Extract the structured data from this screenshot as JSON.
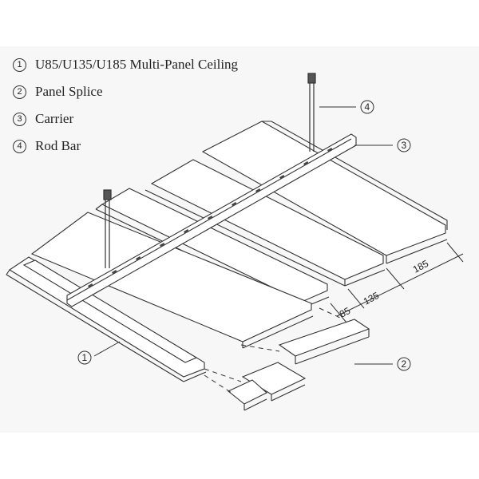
{
  "legend": [
    {
      "num": "1",
      "label": "U85/U135/U185 Multi-Panel Ceiling"
    },
    {
      "num": "2",
      "label": "Panel Splice"
    },
    {
      "num": "3",
      "label": "Carrier"
    },
    {
      "num": "4",
      "label": "Rod Bar"
    }
  ],
  "dimensions": [
    "85",
    "135",
    "185"
  ],
  "callouts": [
    "1",
    "2",
    "3",
    "4"
  ],
  "colors": {
    "line": "#333333",
    "panel": "#ffffff",
    "background": "#f7f7f7"
  }
}
